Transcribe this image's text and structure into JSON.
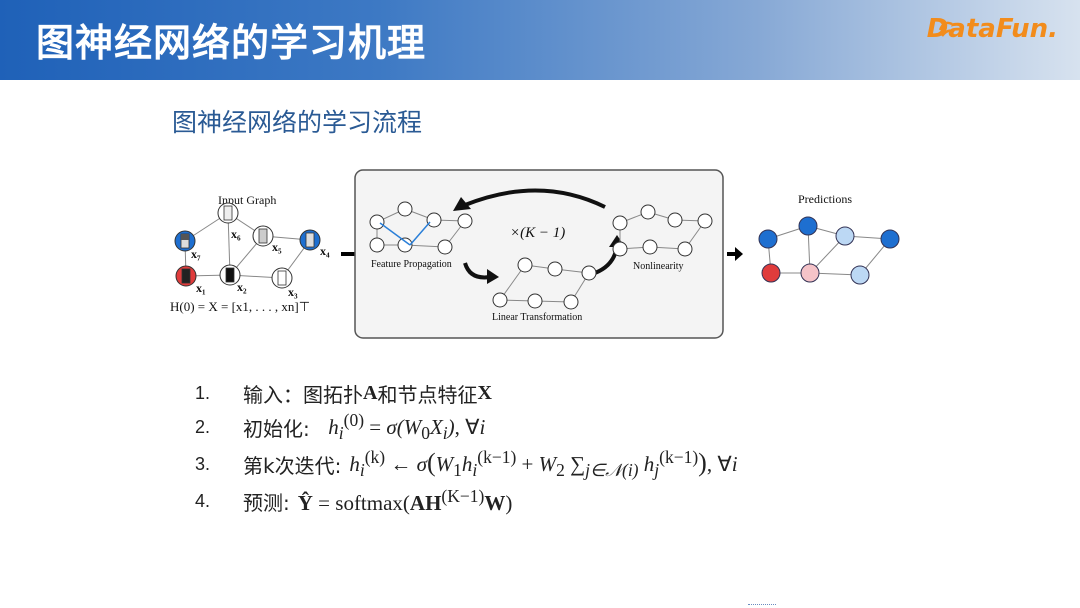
{
  "header": {
    "title": "图神经网络的学习机理",
    "logo": "DataFun."
  },
  "subtitle": "图神经网络的学习流程",
  "figure": {
    "input_title": "Input Graph",
    "predictions_title": "Predictions",
    "loop_label": "×(K − 1)",
    "feature_propagation": "Feature Propagation",
    "nonlinearity": "Nonlinearity",
    "linear_transformation": "Linear Transformation",
    "node_labels": [
      "x6",
      "x5",
      "x7",
      "x4",
      "x1",
      "x2",
      "x3"
    ],
    "h0_eq": "H(0) = X = [x1, . . . , xn]⊤"
  },
  "steps": [
    {
      "num": "1.",
      "label": "输入：图拓扑 ",
      "extra_bold_1": "A",
      "extra_mid": " 和节点特征 ",
      "extra_bold_2": "X"
    },
    {
      "num": "2.",
      "label": "初始化:"
    },
    {
      "num": "3.",
      "label": "第k次迭代:"
    },
    {
      "num": "4.",
      "label": "预测:"
    }
  ]
}
